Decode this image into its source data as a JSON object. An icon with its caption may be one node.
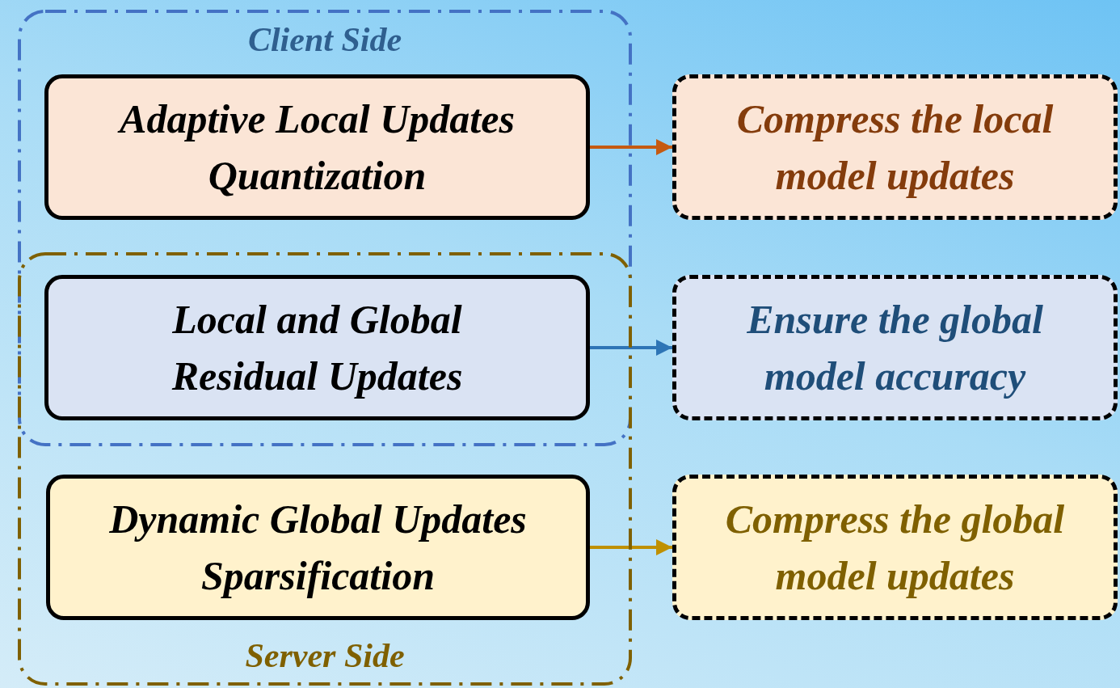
{
  "diagram": {
    "nodes": [
      {
        "text": [
          "Client Side"
        ]
      },
      {
        "text": [
          "Server Side"
        ]
      },
      {
        "text": [
          "Adaptive Local Updates Quantization"
        ],
        "in": 0
      },
      {
        "text": [
          "Local and Global Residual Updates"
        ]
      },
      {
        "text": [
          "Dynamic Global Updates Sparsification"
        ],
        "in": 1
      },
      {
        "text": [
          "Compress the local model updates"
        ]
      },
      {
        "text": [
          "Ensure the global model accuracy"
        ]
      },
      {
        "text": [
          "Compress the global model updates"
        ]
      }
    ],
    "edges": [
      {
        "from": 2,
        "to": 5,
        "arrow": "to",
        "color": "#c55a11"
      },
      {
        "from": 3,
        "to": 6,
        "arrow": "to",
        "color": "#2e75b6"
      },
      {
        "from": 4,
        "to": 7,
        "arrow": "to",
        "color": "#bf9000"
      }
    ]
  }
}
